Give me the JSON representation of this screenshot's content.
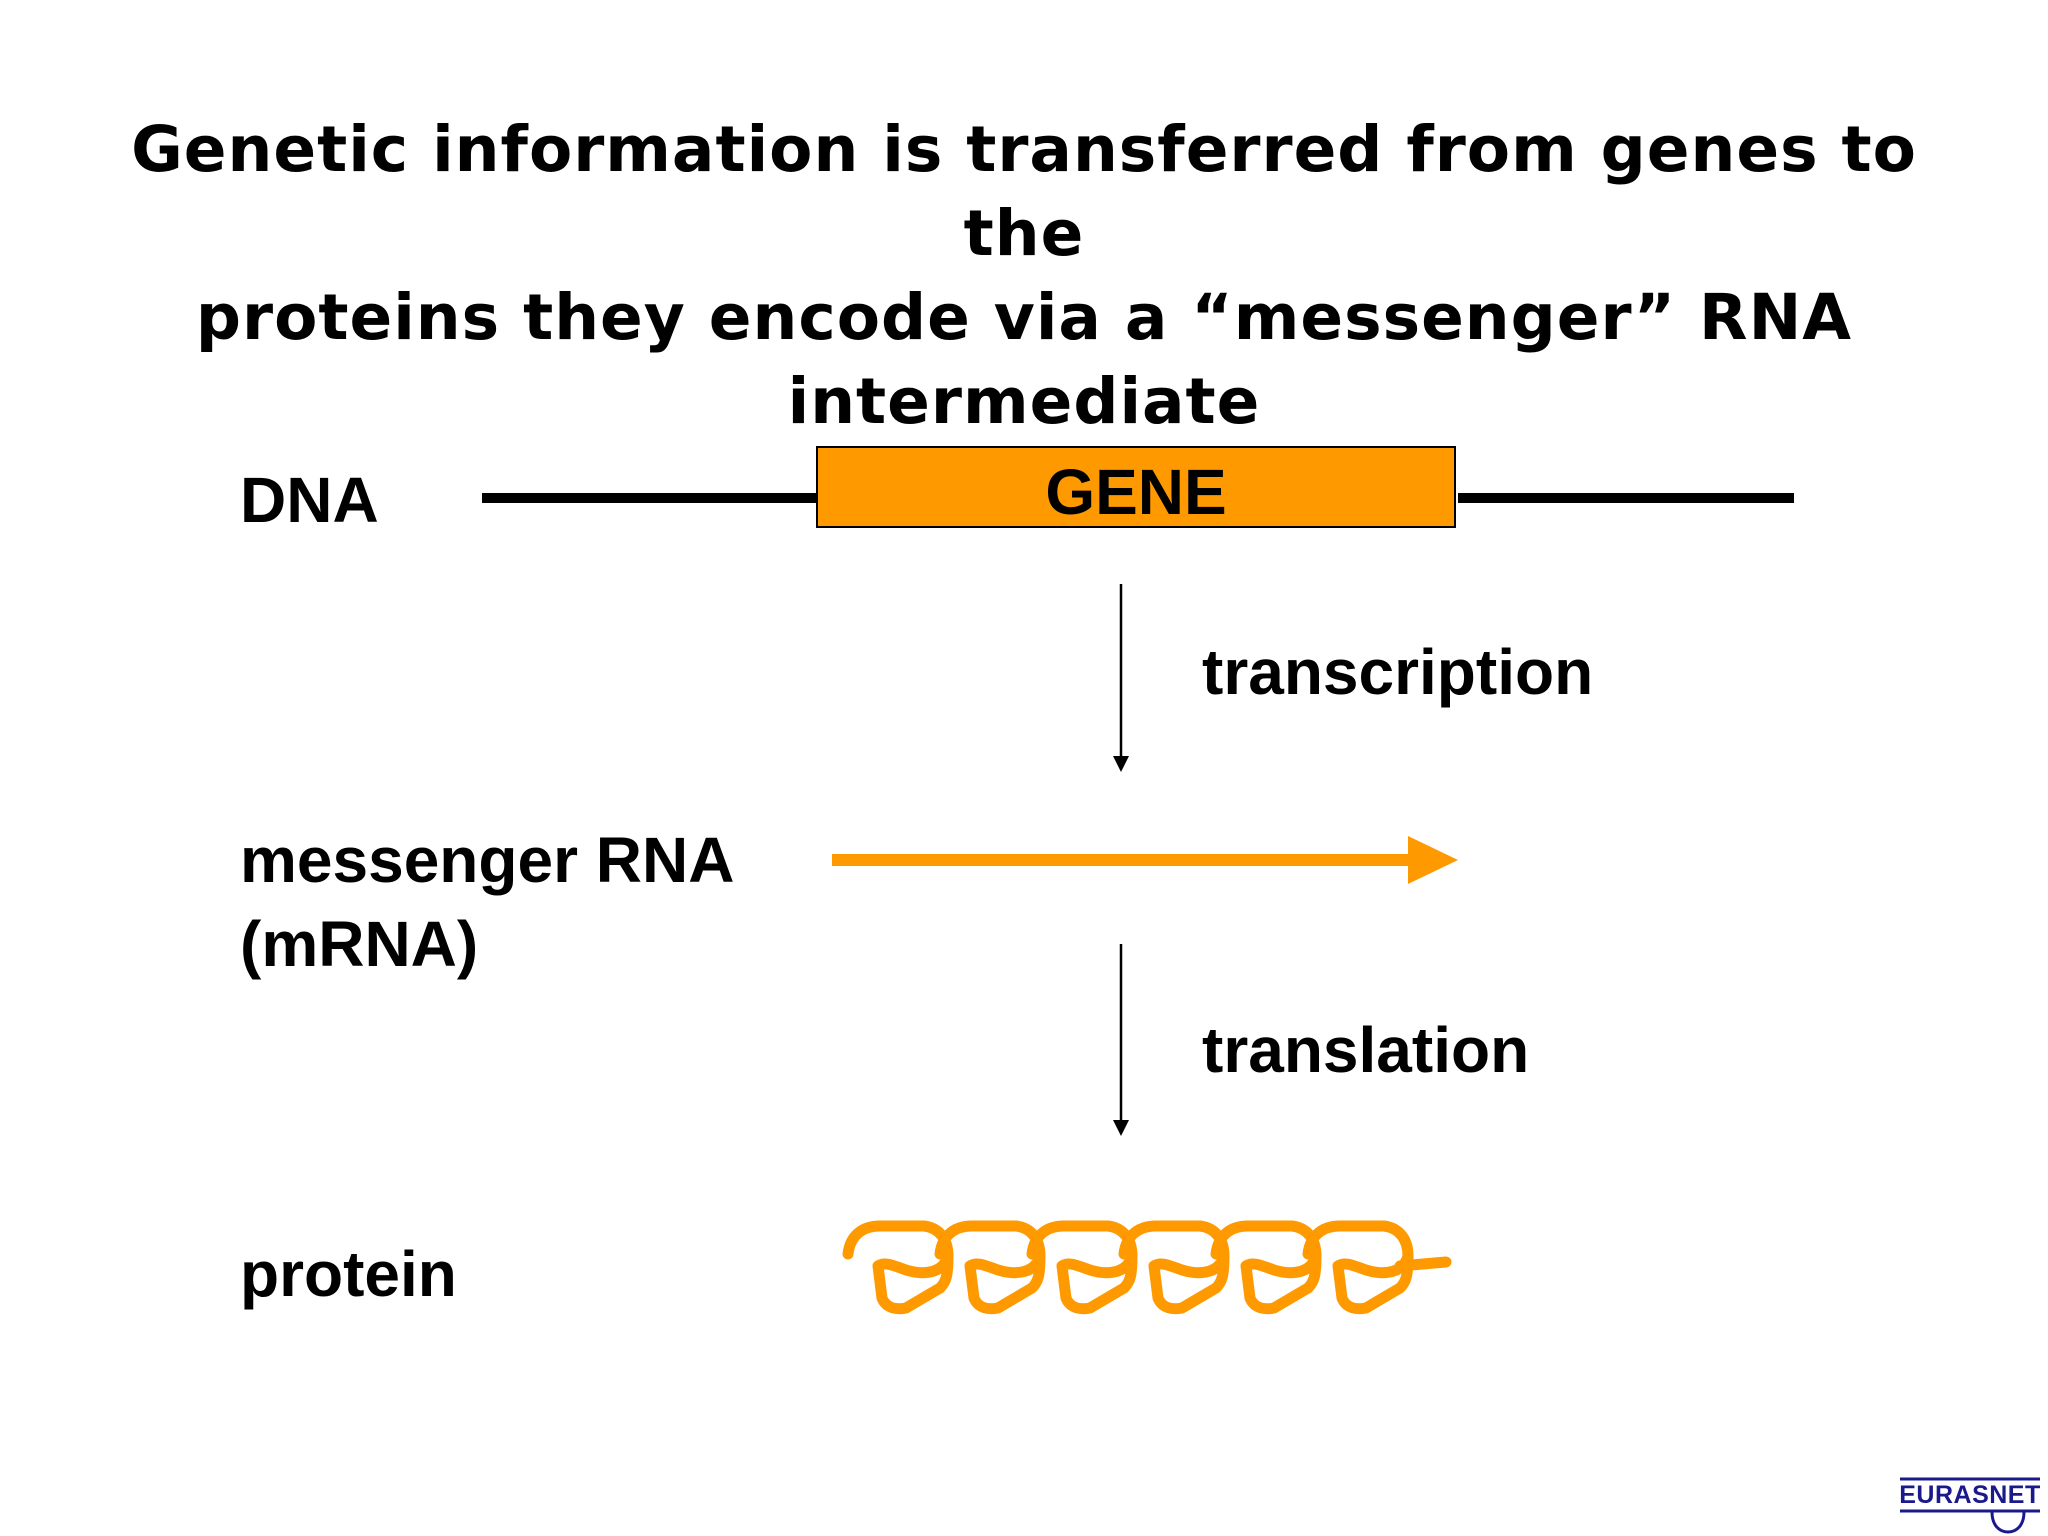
{
  "title": "Genetic information is transferred from genes to the\nproteins they encode via a “messenger” RNA\nintermediate",
  "diagram": {
    "dna_label": "DNA",
    "gene_label": "GENE",
    "transcription_label": "transcription",
    "mrna_label_line1": "messenger RNA",
    "mrna_label_line2": "(mRNA)",
    "translation_label": "translation",
    "protein_label": "protein"
  },
  "colors": {
    "accent": "#ff9900",
    "line": "#000000",
    "logo": "#1a1a8c"
  },
  "logo": {
    "text": "EURASNET"
  }
}
